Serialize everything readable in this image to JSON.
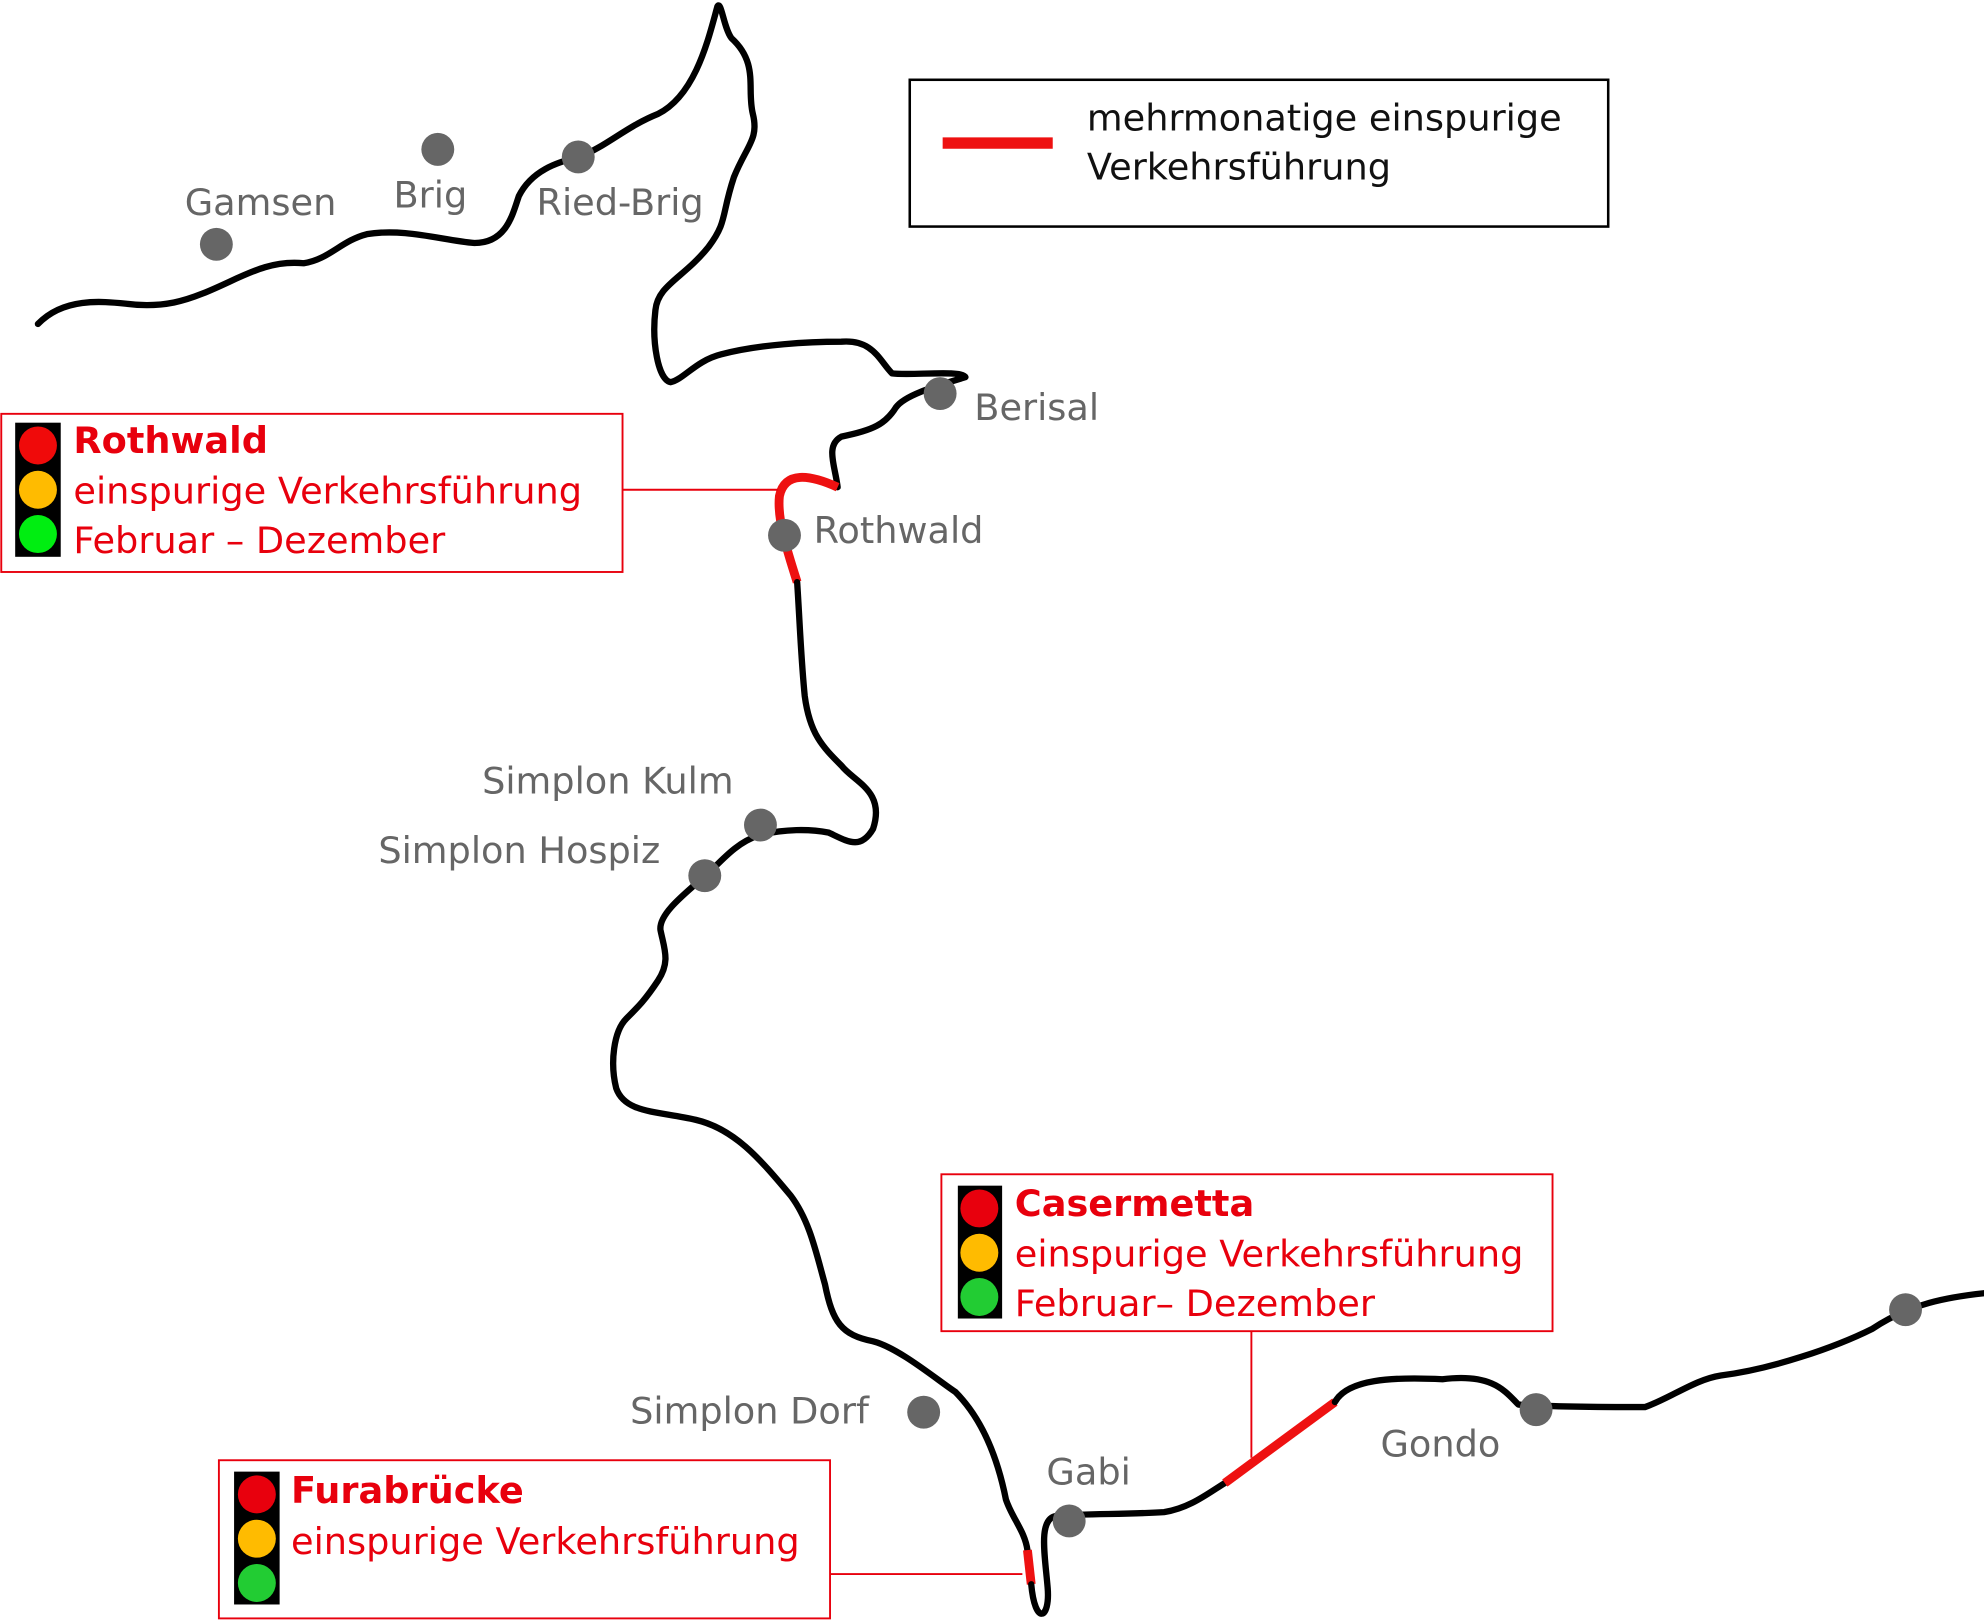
{
  "legend": {
    "line1": "mehrmonatige einspurige",
    "line2": "Verkehrsführung",
    "line_color": "#ee1111"
  },
  "places": {
    "gamsen": "Gamsen",
    "brig": "Brig",
    "ried_brig": "Ried-Brig",
    "berisal": "Berisal",
    "rothwald": "Rothwald",
    "simplon_kulm": "Simplon Kulm",
    "simplon_hospiz": "Simplon Hospiz",
    "simplon_dorf": "Simplon Dorf",
    "gabi": "Gabi",
    "gondo": "Gondo"
  },
  "callouts": {
    "rothwald": {
      "title": "Rothwald",
      "line1": "einspurige Verkehrsführung",
      "line2": "Februar – Dezember"
    },
    "casermetta": {
      "title": "Casermetta",
      "line1": "einspurige Verkehrsführung",
      "line2": "Februar– Dezember"
    },
    "furabruecke": {
      "title": "Furabrücke",
      "line1": "einspurige Verkehrsführung"
    }
  },
  "colors": {
    "red": "#e8000d",
    "amber": "#ffbb00",
    "green": "#00ee11",
    "place": "#666666"
  }
}
